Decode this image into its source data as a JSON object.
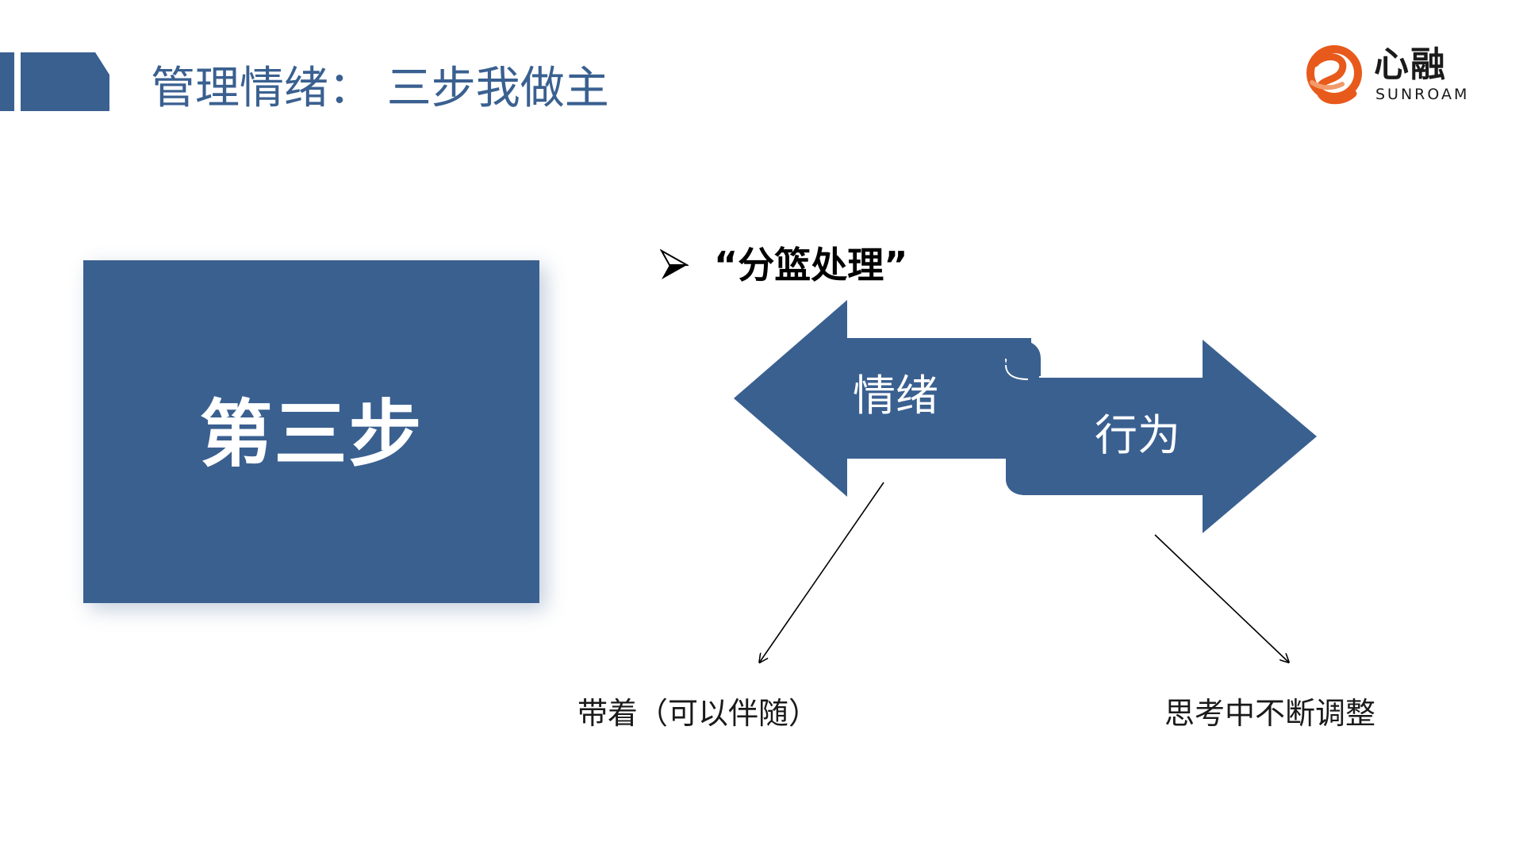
{
  "slide": {
    "title": "管理情绪： 三步我做主",
    "logo": {
      "chinese": "心融",
      "english": "SUNROAM",
      "mark_icon": "sunroam-swirl-logo-icon"
    },
    "step_label": "第三步",
    "bullet": {
      "icon": "arrowhead-bullet-icon",
      "text": "“分篮处理”"
    },
    "diagram": {
      "left_arrow_label": "情绪",
      "right_arrow_label": "行为",
      "left_caption": "带着（可以伴随）",
      "right_caption": "思考中不断调整"
    },
    "colors": {
      "primary_blue": "#3a6090",
      "logo_orange": "#e85a1b",
      "text_dark": "#1a1a1a"
    }
  }
}
